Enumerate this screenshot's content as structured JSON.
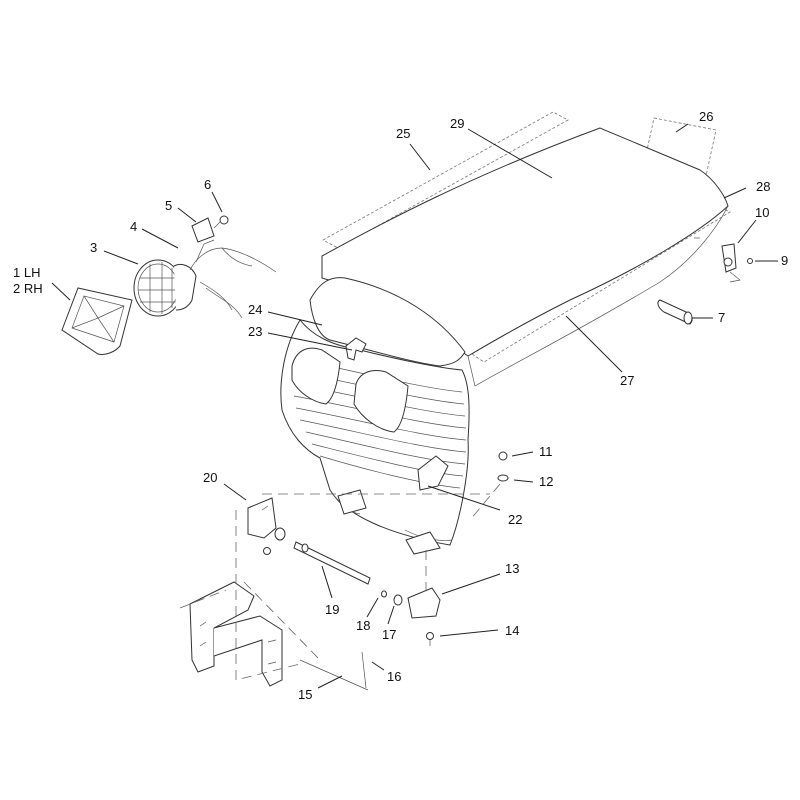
{
  "callouts": [
    {
      "id": "c1",
      "text": "1 LH"
    },
    {
      "id": "c2",
      "text": "2 RH"
    },
    {
      "id": "c3",
      "text": "3"
    },
    {
      "id": "c4",
      "text": "4"
    },
    {
      "id": "c5",
      "text": "5"
    },
    {
      "id": "c6",
      "text": "6"
    },
    {
      "id": "c7",
      "text": "7"
    },
    {
      "id": "c9",
      "text": "9"
    },
    {
      "id": "c10",
      "text": "10"
    },
    {
      "id": "c11",
      "text": "11"
    },
    {
      "id": "c12",
      "text": "12"
    },
    {
      "id": "c13",
      "text": "13"
    },
    {
      "id": "c14",
      "text": "14"
    },
    {
      "id": "c15",
      "text": "15"
    },
    {
      "id": "c16",
      "text": "16"
    },
    {
      "id": "c17",
      "text": "17"
    },
    {
      "id": "c18",
      "text": "18"
    },
    {
      "id": "c19",
      "text": "19"
    },
    {
      "id": "c20",
      "text": "20"
    },
    {
      "id": "c22",
      "text": "22"
    },
    {
      "id": "c23",
      "text": "23"
    },
    {
      "id": "c24",
      "text": "24"
    },
    {
      "id": "c25",
      "text": "25"
    },
    {
      "id": "c26",
      "text": "26"
    },
    {
      "id": "c27",
      "text": "27"
    },
    {
      "id": "c28",
      "text": "28"
    },
    {
      "id": "c29",
      "text": "29"
    }
  ]
}
